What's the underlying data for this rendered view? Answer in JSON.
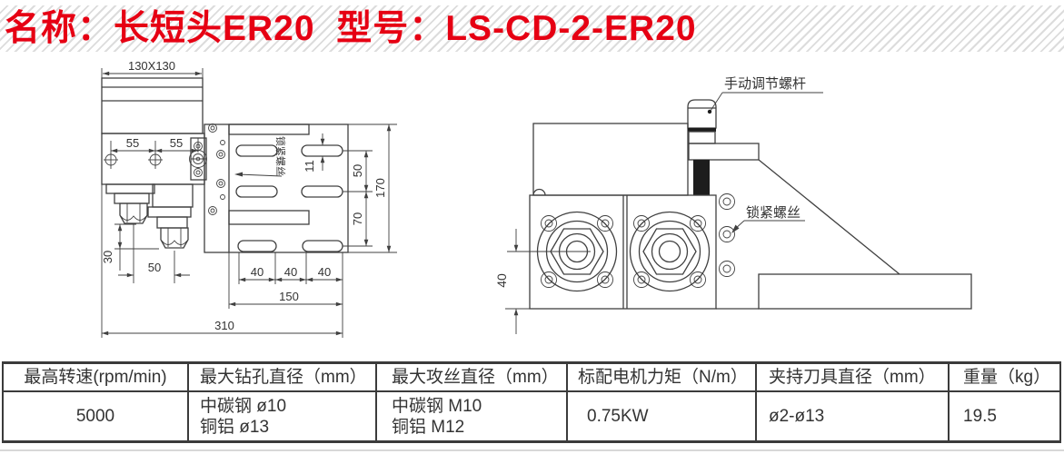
{
  "title": {
    "text": "名称：长短头ER20  型号：LS-CD-2-ER20"
  },
  "colors": {
    "title_red": "#e60013",
    "line_gray": "#404040",
    "table_border": "#3b3b3b",
    "hatch_gray": "#dcdcdc"
  },
  "left_drawing": {
    "dims": {
      "footprint": "130X130",
      "hole_spacing_a": "55",
      "hole_spacing_b": "55",
      "head_offset": "30",
      "head_spacing": "50",
      "slot_height": "11",
      "slot_row_gap_a": "50",
      "slot_row_gap_b": "70",
      "plate_height": "170",
      "slot_pitch_a": "40",
      "slot_pitch_b": "40",
      "slot_pitch_c": "40",
      "slot_span": "150",
      "overall_width": "310"
    },
    "labels": {
      "lock_screw": "锁紧螺丝"
    }
  },
  "right_drawing": {
    "dims": {
      "head_height": "40"
    },
    "labels": {
      "adjust_rod": "手动调节螺杆",
      "lock_screw": "锁紧螺丝"
    }
  },
  "spec_table": {
    "columns": [
      {
        "header": "最高转速(rpm/min)",
        "lines": [
          "5000"
        ]
      },
      {
        "header": "最大钻孔直径（mm）",
        "lines": [
          "中碳钢 ø10",
          "铜铝 ø13"
        ]
      },
      {
        "header": "最大攻丝直径（mm）",
        "lines": [
          "中碳钢 M10",
          "铜铝 M12"
        ]
      },
      {
        "header": "标配电机力矩（N/m）",
        "lines": [
          "0.75KW"
        ]
      },
      {
        "header": "夹持刀具直径（mm）",
        "lines": [
          "ø2-ø13"
        ]
      },
      {
        "header": "重量（kg）",
        "lines": [
          "19.5"
        ]
      }
    ]
  }
}
